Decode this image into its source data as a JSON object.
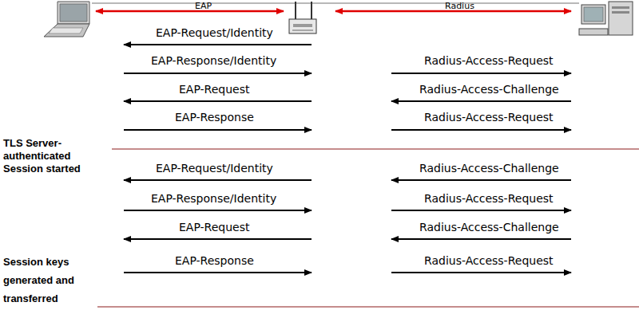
{
  "diagram": {
    "labels": [
      "EAP",
      "Radius",
      "EAP-Request/Identity",
      "EAP-Response/Identity",
      "Radius-Access-Request",
      "EAP-Request",
      "Radius-Access-Challenge",
      "EAP-Response",
      "Radius-Access-Request",
      "TLS Server-authenticated Session started",
      "EAP-Request/Identity",
      "Radius-Access-Challenge",
      "EAP-Response/Identity",
      "Radius-Access-Request",
      "EAP-Request",
      "Radius-Access-Challenge",
      "Session keys generated and transferred",
      "EAP-Response",
      "Radius-Access-Request"
    ]
  }
}
